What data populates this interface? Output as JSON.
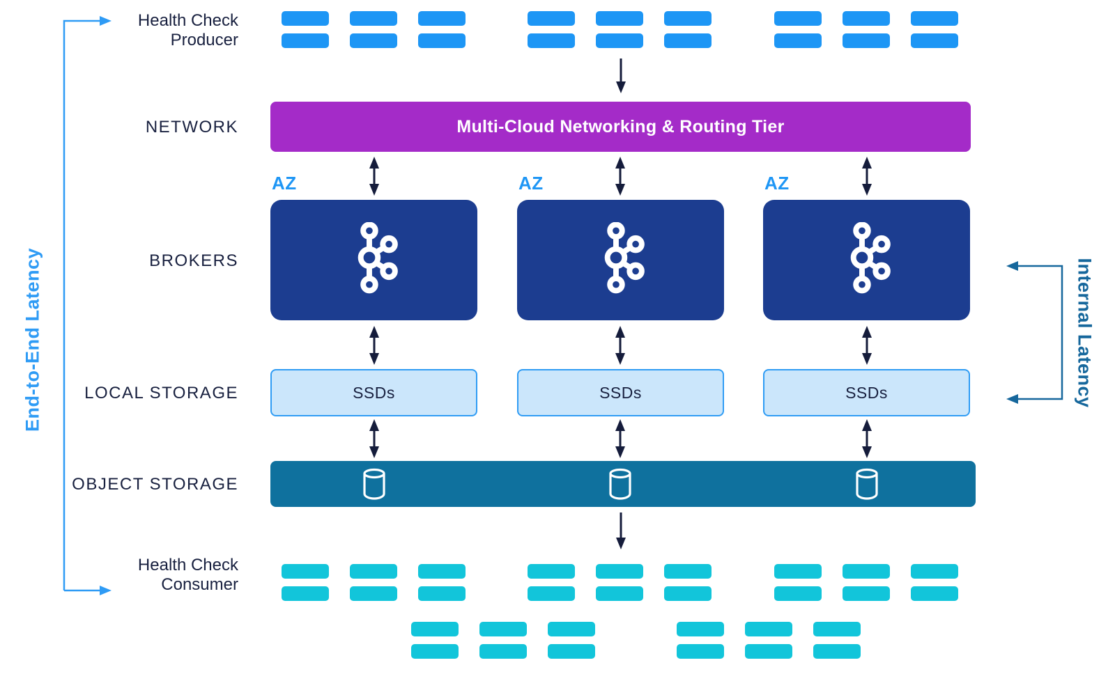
{
  "chips_per_group": 6,
  "labels": {
    "health_check_producer": [
      "Health Check",
      "Producer"
    ],
    "network": "NETWORK",
    "brokers": "BROKERS",
    "local_storage": "LOCAL STORAGE",
    "object_storage": "OBJECT STORAGE",
    "health_check_consumer": [
      "Health Check",
      "Consumer"
    ],
    "end_to_end_latency": "End-to-End Latency",
    "internal_latency": "Internal Latency",
    "az": "AZ",
    "network_tier": "Multi-Cloud Networking & Routing Tier",
    "ssds": "SSDs"
  },
  "icons": {
    "kafka": "kafka-broker-icon",
    "cylinder": "database-cylinder-icon"
  },
  "colors": {
    "producer_blue": "#1D96F5",
    "consumer_cyan": "#12C5DA",
    "network_purple": "#A42BC8",
    "broker_navy": "#1C3D90",
    "ssd_fill": "#CBE6FB",
    "ssd_border": "#2F9CF4",
    "object_teal": "#0F719E",
    "label_navy": "#18203F",
    "arrow_navy": "#151C3B",
    "latency_blue": "#2E9BF5",
    "internal_teal": "#16679C",
    "az_blue": "#1E96F5"
  }
}
